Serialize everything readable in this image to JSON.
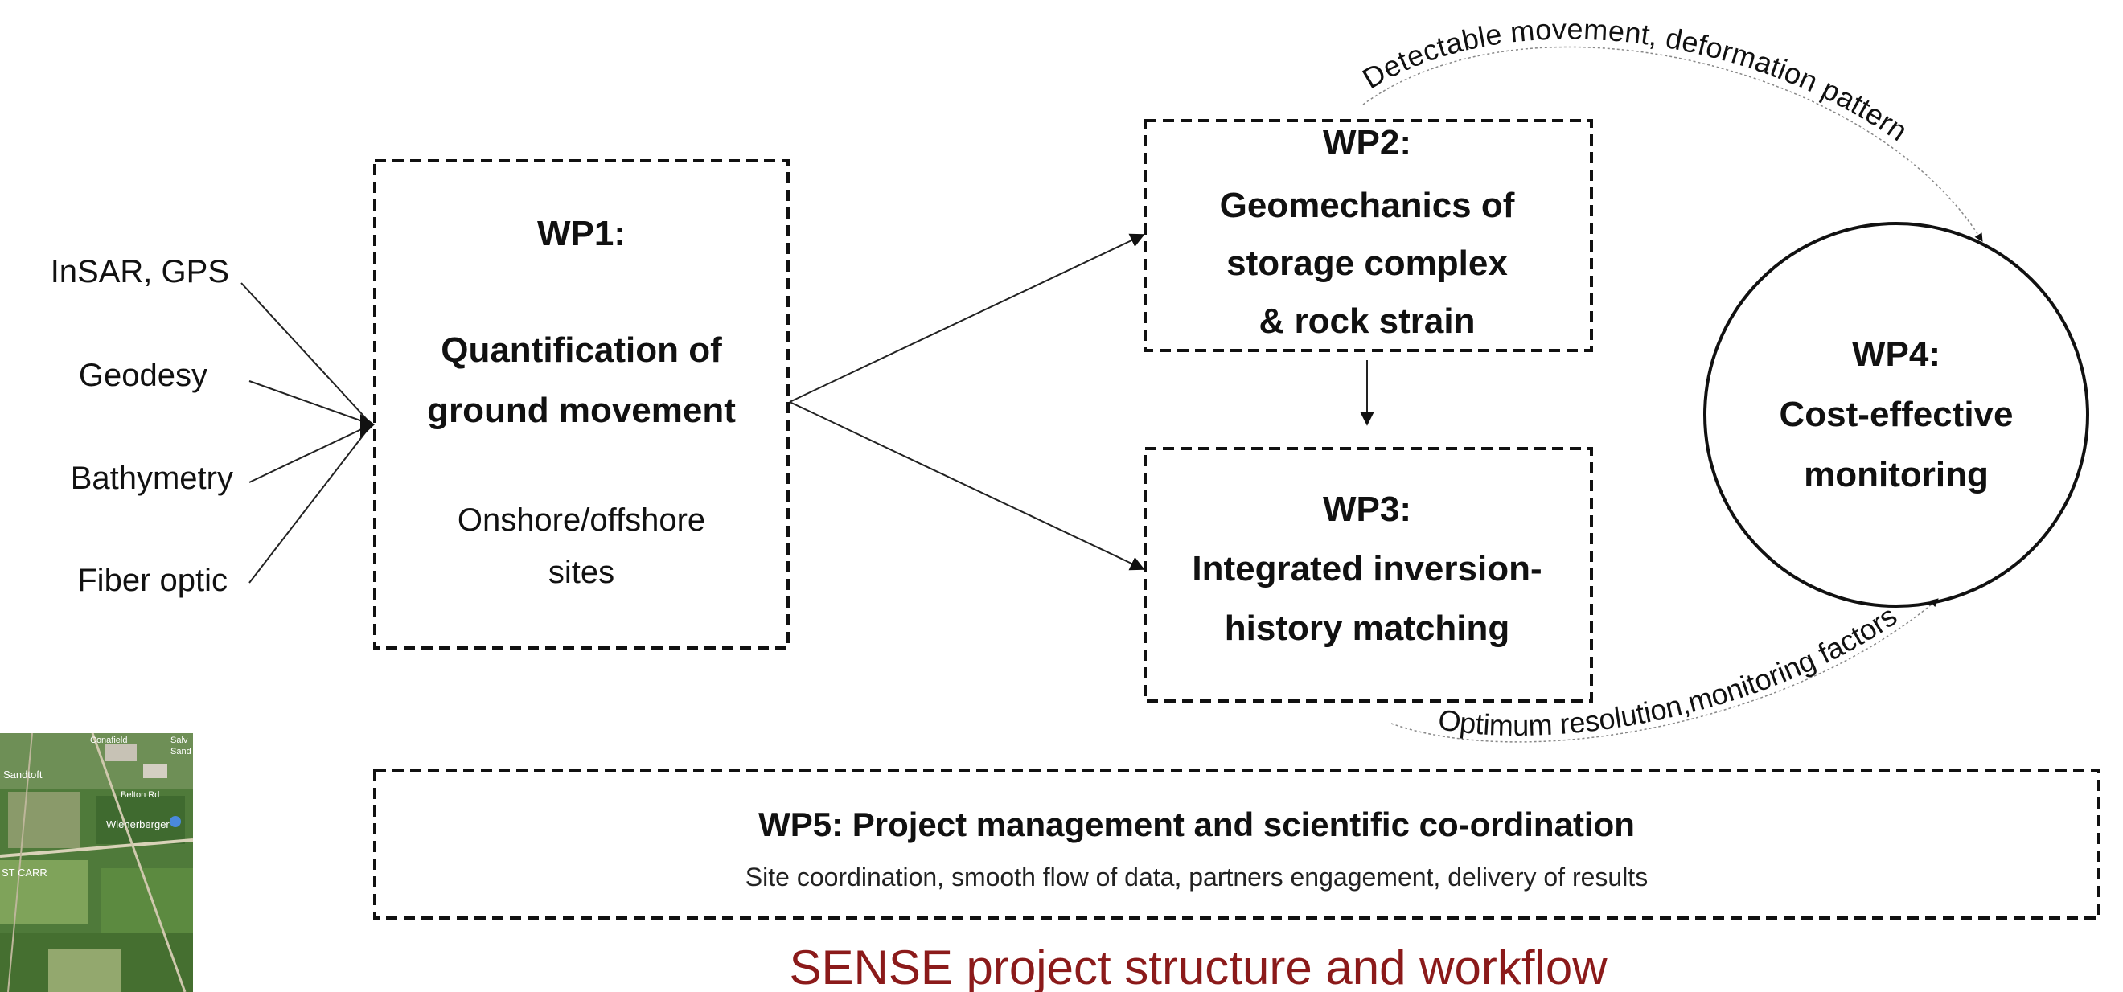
{
  "inputs": [
    "InSAR, GPS",
    "Geodesy",
    "Bathymetry",
    "Fiber optic"
  ],
  "wp1": {
    "title": "WP1:",
    "lines": [
      "Quantification of",
      "ground movement"
    ],
    "sub": [
      "Onshore/offshore",
      "sites"
    ]
  },
  "wp2": {
    "title": "WP2:",
    "lines": [
      "Geomechanics of",
      "storage complex",
      "& rock strain"
    ]
  },
  "wp3": {
    "title": "WP3:",
    "lines": [
      "Integrated inversion-",
      "history matching"
    ]
  },
  "wp4": {
    "title": "WP4:",
    "lines": [
      "Cost-effective",
      "monitoring"
    ]
  },
  "wp5": {
    "title": "WP5: Project management and scientific co-ordination",
    "sub": "Site coordination, smooth flow of data, partners engagement, delivery of results"
  },
  "curve_top_label": "Detectable movement,  deformation pattern",
  "curve_bottom_label": "Optimum resolution,monitoring factors",
  "caption": "SENSE project structure and workflow",
  "map_labels": [
    "Sandtoft",
    "Belton Rd",
    "Wienerberger",
    "ST CARR",
    "Conafield",
    "Salv",
    "Sand"
  ],
  "colors": {
    "caption": "#8b1a1a",
    "text": "#111111"
  }
}
